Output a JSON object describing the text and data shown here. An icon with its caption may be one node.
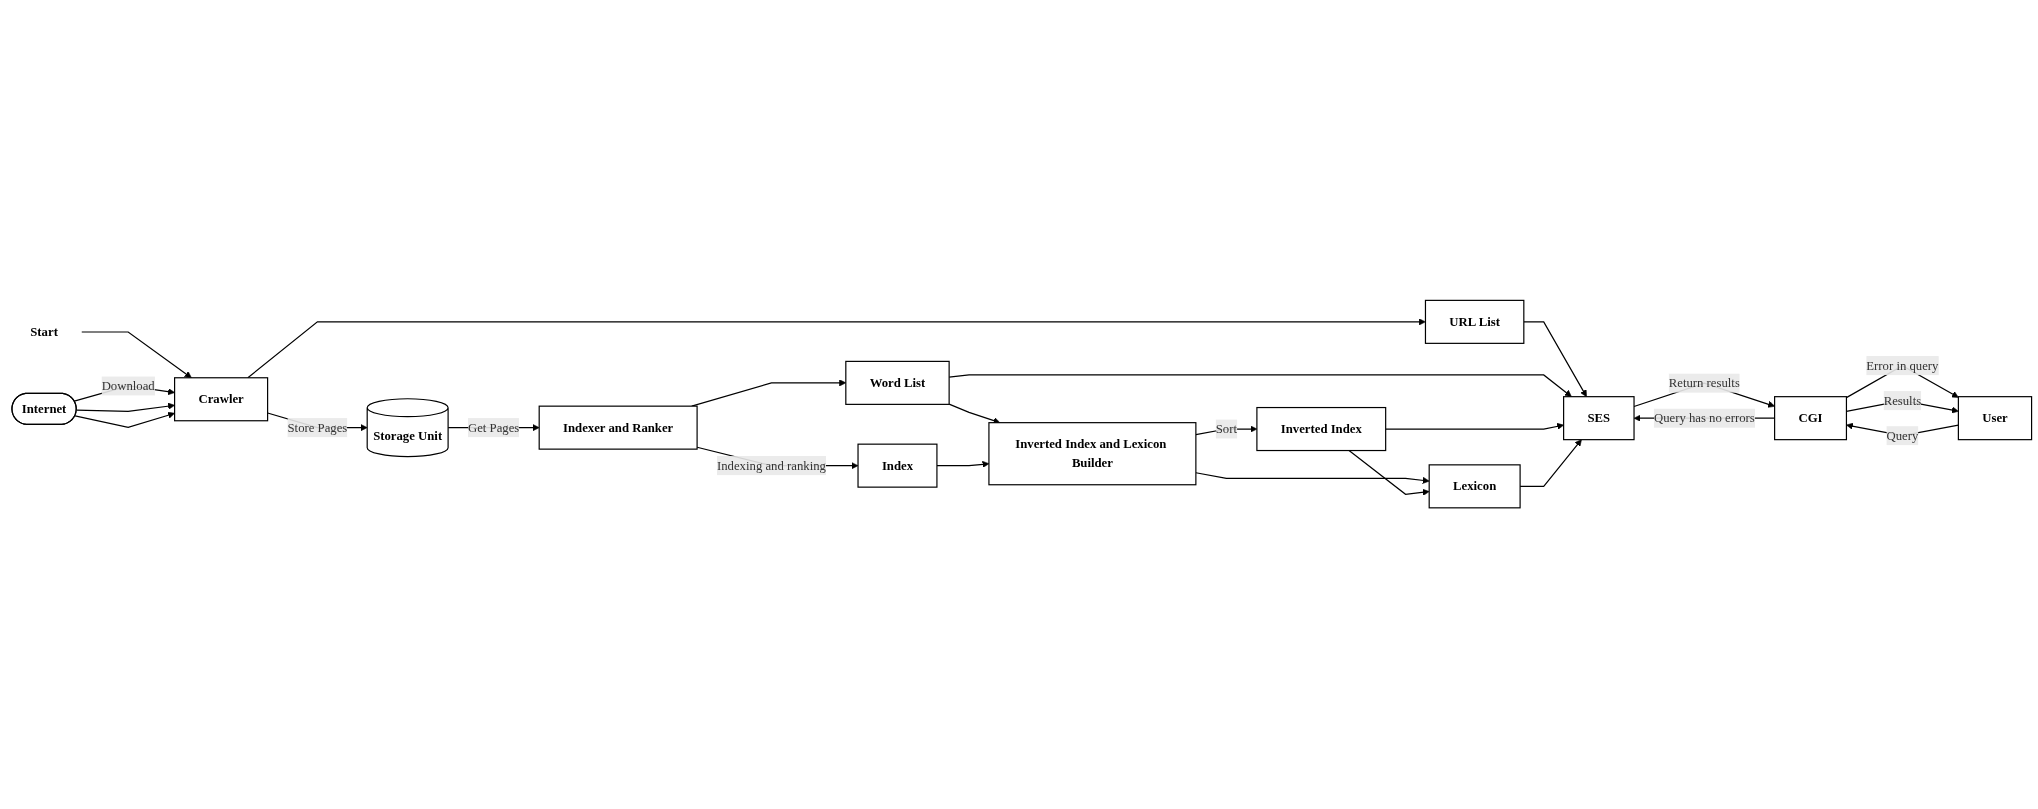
{
  "diagram": {
    "nodes": [
      {
        "text": [
          "Start"
        ]
      },
      {
        "text": [
          "Internet"
        ]
      },
      {
        "text": [
          "Crawler"
        ]
      },
      {
        "text": [
          "URL List"
        ]
      },
      {
        "text": [
          "SES"
        ]
      },
      {
        "text": [
          "Storage Unit"
        ]
      },
      {
        "text": [
          "Indexer and Ranker"
        ]
      },
      {
        "text": [
          "Word List"
        ]
      },
      {
        "text": [
          "Index"
        ]
      },
      {
        "text": [
          "Inverted Index and Lexicon Builder"
        ]
      },
      {
        "text": [
          "Inverted Index"
        ]
      },
      {
        "text": [
          "Lexicon"
        ]
      },
      {
        "text": [
          "CGI"
        ]
      },
      {
        "text": [
          "User"
        ]
      }
    ],
    "edges": [
      {
        "from": 0,
        "to": 2,
        "arrow": "to"
      },
      {
        "from": 1,
        "to": 2,
        "arrow": "to",
        "label": "Download"
      },
      {
        "from": 1,
        "to": 2,
        "arrow": "to"
      },
      {
        "from": 1,
        "to": 2,
        "arrow": "to"
      },
      {
        "from": 2,
        "to": 3,
        "arrow": "to"
      },
      {
        "from": 2,
        "to": 5,
        "arrow": "to",
        "label": "Store Pages"
      },
      {
        "from": 5,
        "to": 6,
        "arrow": "to",
        "label": "Get Pages"
      },
      {
        "from": 6,
        "to": 7,
        "arrow": "to"
      },
      {
        "from": 6,
        "to": 8,
        "arrow": "to",
        "label": "Indexing and ranking"
      },
      {
        "from": 7,
        "to": 9,
        "arrow": "to"
      },
      {
        "from": 8,
        "to": 9,
        "arrow": "to"
      },
      {
        "from": 3,
        "to": 4,
        "arrow": "to"
      },
      {
        "from": 7,
        "to": 4,
        "arrow": "to"
      },
      {
        "from": 9,
        "to": 10,
        "arrow": "to",
        "label": "Sort"
      },
      {
        "from": 9,
        "to": 11,
        "arrow": "to"
      },
      {
        "from": 10,
        "to": 11,
        "arrow": "to"
      },
      {
        "from": 10,
        "to": 4,
        "arrow": "to"
      },
      {
        "from": 11,
        "to": 4,
        "arrow": "to"
      },
      {
        "from": 4,
        "to": 12,
        "arrow": "to",
        "label": "Return results"
      },
      {
        "from": 12,
        "to": 4,
        "arrow": "to",
        "label": "Query has no errors"
      },
      {
        "from": 12,
        "to": 13,
        "arrow": "to",
        "label": "Error in query"
      },
      {
        "from": 13,
        "to": 12,
        "arrow": "to",
        "label": "Query"
      },
      {
        "from": 12,
        "to": 13,
        "arrow": "to",
        "label": "Results"
      }
    ]
  }
}
